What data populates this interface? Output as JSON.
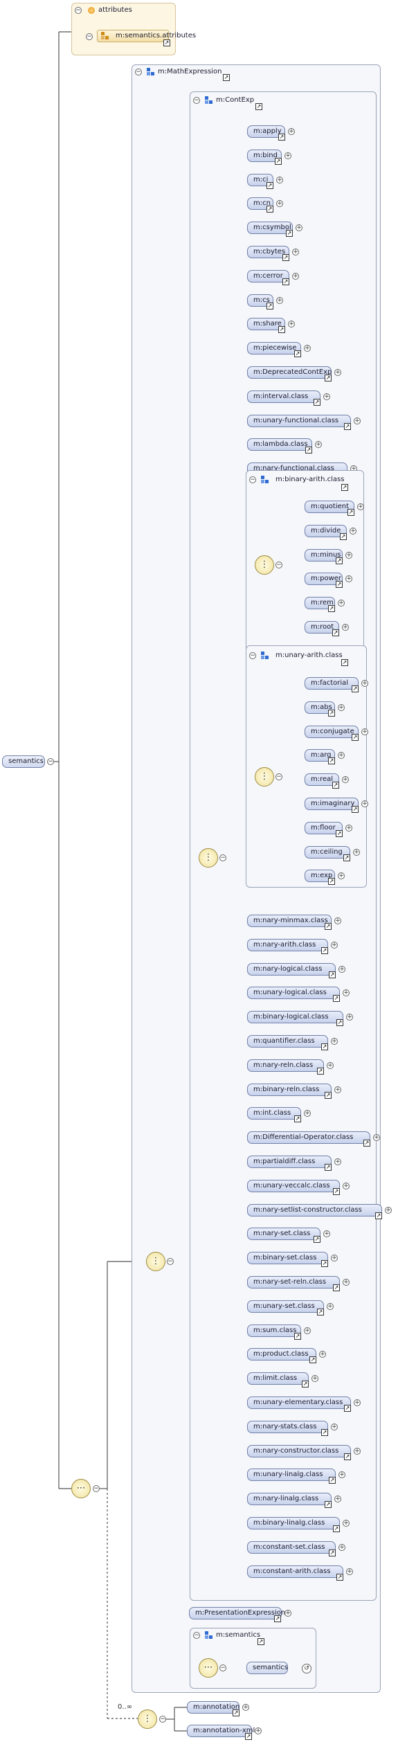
{
  "root": {
    "label": "semantics"
  },
  "attributes_group": {
    "title": "attributes",
    "item": "m:semantics.attributes"
  },
  "math_expression": {
    "title": "m:MathExpression"
  },
  "cont_exp": {
    "title": "m:ContExp",
    "items_a": [
      "m:apply",
      "m:bind",
      "m:ci",
      "m:cn",
      "m:csymbol",
      "m:cbytes",
      "m:cerror",
      "m:cs",
      "m:share",
      "m:piecewise",
      "m:DeprecatedContExp",
      "m:interval.class",
      "m:unary-functional.class",
      "m:lambda.class",
      "m:nary-functional.class"
    ],
    "binary_arith": {
      "title": "m:binary-arith.class",
      "items": [
        "m:quotient",
        "m:divide",
        "m:minus",
        "m:power",
        "m:rem",
        "m:root"
      ]
    },
    "unary_arith": {
      "title": "m:unary-arith.class",
      "items": [
        "m:factorial",
        "m:abs",
        "m:conjugate",
        "m:arg",
        "m:real",
        "m:imaginary",
        "m:floor",
        "m:ceiling",
        "m:exp"
      ]
    },
    "items_b": [
      "m:nary-minmax.class",
      "m:nary-arith.class",
      "m:nary-logical.class",
      "m:unary-logical.class",
      "m:binary-logical.class",
      "m:quantifier.class",
      "m:nary-reln.class",
      "m:binary-reln.class",
      "m:int.class",
      "m:Differential-Operator.class",
      "m:partialdiff.class",
      "m:unary-veccalc.class",
      "m:nary-setlist-constructor.class",
      "m:nary-set.class",
      "m:binary-set.class",
      "m:nary-set-reln.class",
      "m:unary-set.class",
      "m:sum.class",
      "m:product.class",
      "m:limit.class",
      "m:unary-elementary.class",
      "m:nary-stats.class",
      "m:nary-constructor.class",
      "m:unary-linalg.class",
      "m:nary-linalg.class",
      "m:binary-linalg.class",
      "m:constant-set.class",
      "m:constant-arith.class"
    ]
  },
  "presentation": {
    "label": "m:PresentationExpression"
  },
  "semantics_group": {
    "title": "m:semantics",
    "item": "semantics"
  },
  "annotations": {
    "cardinality": "0..∞",
    "items": [
      "m:annotation",
      "m:annotation-xml"
    ]
  },
  "icons": {
    "collapse": "minus-circle-icon",
    "reference": "arrow-link-icon",
    "sequence": "sequence-icon",
    "choice": "choice-icon",
    "group": "group-icon",
    "attribute": "attribute-icon",
    "recursion": "recursion-icon"
  },
  "colors": {
    "element_fill": "#c7d2ec",
    "attribute_fill": "#f3dfa8",
    "group_icon": "#2f6bd0",
    "line": "#555555"
  }
}
